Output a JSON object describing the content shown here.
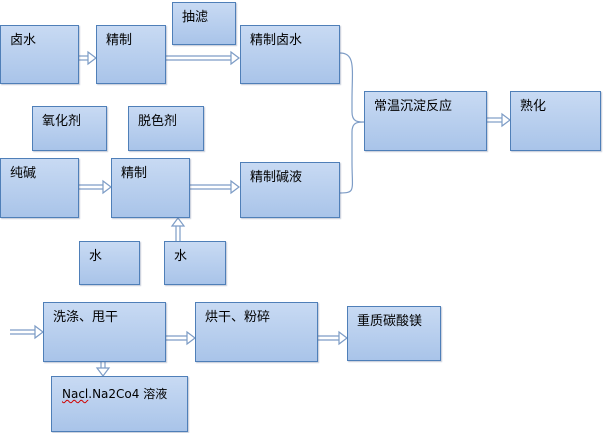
{
  "nodes": {
    "brine": "卤水",
    "refine_top": "精制",
    "filter": "抽滤",
    "refined_brine": "精制卤水",
    "oxidizer": "氧化剂",
    "decolorant": "脱色剂",
    "soda_ash": "纯碱",
    "refine_mid": "精制",
    "refined_soda": "精制碱液",
    "reaction": "常温沉淀反应",
    "aging": "熟化",
    "water_left": "水",
    "water_right": "水",
    "wash": "洗涤、甩干",
    "dry": "烘干、粉碎",
    "product": "重质碳酸镁",
    "byproduct_prefix": "Nacl",
    "byproduct_suffix": ".Na2Co4 溶液"
  }
}
